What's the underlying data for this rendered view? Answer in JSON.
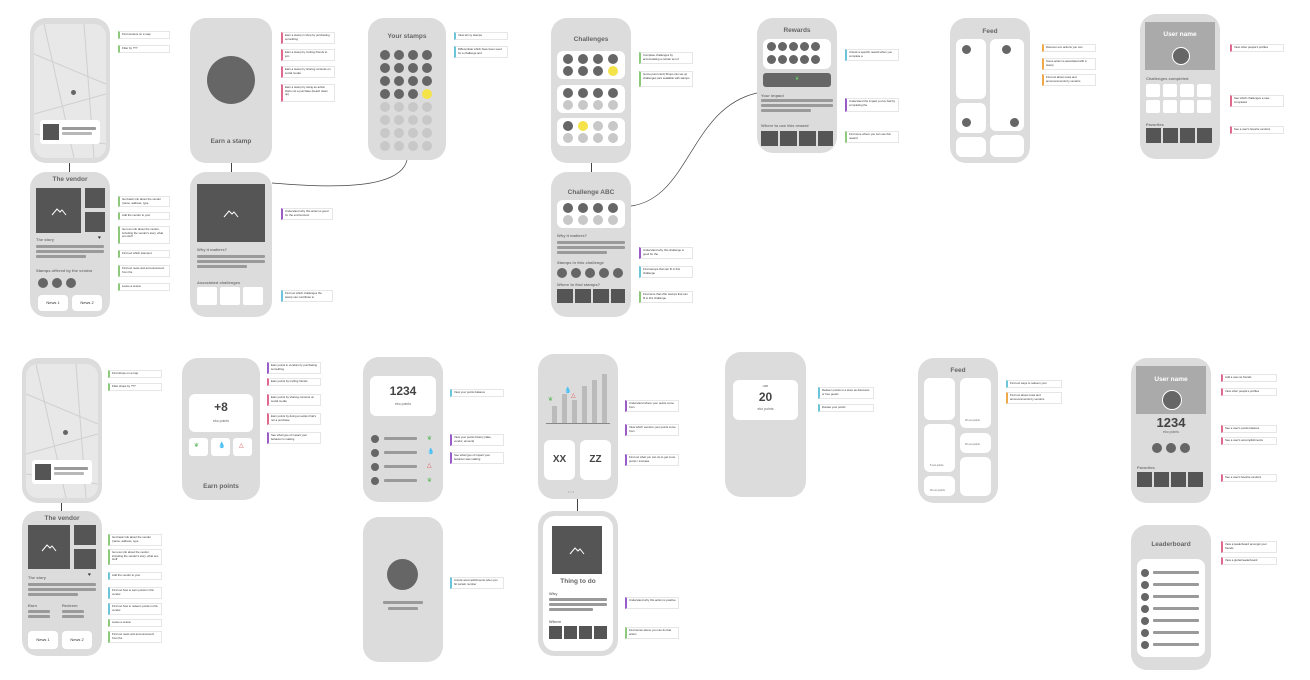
{
  "screens": {
    "vendor_title": "The vendor",
    "story_label": "The story",
    "stamps_offered": "Stamps offered by the vendor",
    "news1": "News 1",
    "news2": "News 2",
    "earn_stamp": "Earn a stamp",
    "why_matters_short": "Why it matters?",
    "associated_challenges": "Associated challenges",
    "your_stamps": "Your stamps",
    "challenges": "Challenges",
    "challenge_abc": "Challenge ABC",
    "why_matters": "Why it matters?",
    "stamps_in_challenge": "Stamps in this challenge",
    "where_find_stamps": "Where to find stamps?",
    "rewards": "Rewards",
    "your_impact": "Your impact",
    "where_use_reward": "Where to use this reward",
    "feed": "Feed",
    "user_name": "User name",
    "challenges_completed": "Challenges completed",
    "favorites": "Favorites",
    "earn_label": "Earn",
    "redeem_label": "Redeem",
    "earn_points_plus": "+8",
    "eko_points": "eko points",
    "earn_points": "Earn points",
    "balance": "1234",
    "eko_points_b": "eko points",
    "xx": "XX",
    "zz": "ZZ",
    "thing_to_do": "Thing to do",
    "why": "Why",
    "where": "Where",
    "use_label": "use",
    "use_value": "20",
    "use_points": "eko points",
    "feed_pts_a": "20 eco points",
    "feed_pts_b": "20 eco points",
    "feed_pts_c": "5 eco points",
    "feed_pts_d": "20 eco points",
    "leaderboard": "Leaderboard",
    "profile_points": "1234",
    "profile_points_label": "eko points"
  },
  "notes": {
    "n1": "Find vendors on a map",
    "n2": "Filter by ???",
    "n3": "Get basic info about the vendor (name, address, type,",
    "n4": "Add the vendor to your",
    "n5": "Get eco info about the vendor, including the vendor's story, what eco stuff",
    "n6": "Find out which stamps it",
    "n7": "Find out news and announcement from the",
    "n8": "Leave a review",
    "n9": "Earn a stamp in shop by purchasing something",
    "n10": "Earn a stamp by inviting friends to join",
    "n11": "Earn a stamp by sharing contents on social media",
    "n12": "Earn a stamp by doing an action that's not a purchase (beach clean up)",
    "n13": "Understand why this action is good for the environment",
    "n14": "Find out which challenges the stamp can contribute to",
    "n15": "View all my stamps",
    "n16": "Differentiate which have been used for a challenge and",
    "n17": "Complete challenges by accumulating a certain set of",
    "n18": "(score point card) Shops can set up challenges (are available with stamps",
    "n19": "Understand why this challenge is good for the",
    "n20": "Find stamps that can fit in this challenge",
    "n21": "Find store that offer stamps that can fit in this challenge",
    "n22": "Unlock a specific reward when you complete a",
    "n23": "Understand the impact you've had by completing the",
    "n24": "Find store where you can use this reward",
    "n25": "Discover eco actions you can",
    "n26": "Some action is associated with a stamp",
    "n27": "Find out about news and announcements by vendors",
    "n28": "View other people's profiles",
    "n29": "See which challenges a user completed",
    "n30": "See a user's favorite vendors",
    "m1": "Find shops on a map",
    "m2": "Filter shops by ???",
    "m3": "Get basic info about the vendor (name, address, type,",
    "m4": "Get eco info about the vendor, including the vendor's story, what eco stuff",
    "m5": "Add the vendor to your",
    "m6": "Find out how to earn points in this vendor",
    "m7": "Find out how to redeem points in this vendor",
    "m8": "Leave a review",
    "m9": "Find out news and announcement from the",
    "m10": "Earn points in vendors by purchasing something",
    "m11": "Earn points by inviting friends",
    "m12": "Earn points by sharing contents on social media",
    "m13": "Earn points by doing an action that's not a purchase",
    "m14": "See what type of impact your behavior is making",
    "m15": "View your points balance",
    "m16": "View your points history (date, vendor, amount)",
    "m17": "See what type of impact your behavior was making",
    "m18": "Understand where your points come from",
    "m19": "View which vendors your points come from",
    "m20": "Find out what you can do to get more points / increase",
    "m21": "Unlock accomplishments when you hit certain number",
    "m22": "Understand why this action is positive",
    "m23": "Find stores where you can do that action",
    "m24": "Redeem points in a store as discounts or free goods",
    "m25": "Donate your points",
    "m26": "Find out ways to redeem your",
    "m27": "Find out about news and announcements by vendors",
    "m28": "Add a user as friends",
    "m29": "View other people's profiles",
    "m30": "See a user's points balance",
    "m31": "See a user's accomplishments",
    "m32": "See a user's favorite vendors",
    "m33": "View a leaderboard amongst your friends",
    "m34": "View a global leaderboard"
  },
  "colors": {
    "phone_bg": "#dcdcdc",
    "placeholder": "#555555",
    "highlight": "#f5e34a",
    "note_blue": "#6cc4d8",
    "note_pink": "#e06a8e",
    "note_green": "#8cc97a",
    "note_purple": "#9a5cc9"
  }
}
